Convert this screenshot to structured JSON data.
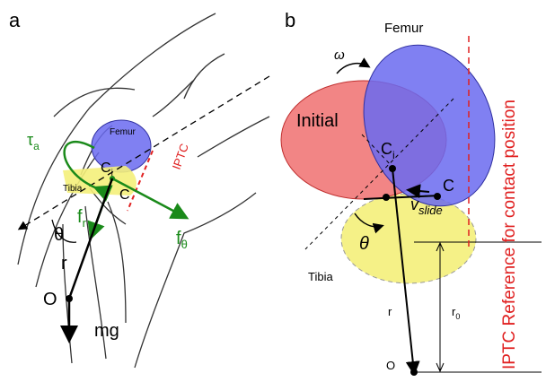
{
  "panel_a": {
    "label": "a",
    "femur_label": "Femur",
    "tibia_label": "Tibia",
    "ci_main": "C",
    "ci_sub": "i",
    "c_label": "C",
    "iptc_label": "IPTC",
    "tau_main": "τ",
    "tau_sub": "a",
    "fr_main": "f",
    "fr_sub": "r",
    "ftheta_main": "f",
    "ftheta_sub": "θ",
    "theta_label": "θ",
    "r_label": "r",
    "o_label": "O",
    "mg_label": "mg"
  },
  "panel_b": {
    "label": "b",
    "femur_label": "Femur",
    "initial_label": "Initial",
    "omega_label": "ω",
    "ci_main": "C",
    "ci_sub": "i",
    "c_label": "C",
    "vslide_main": "v",
    "vslide_sub": "slide",
    "theta_label": "θ",
    "tibia_label": "Tibia",
    "r_label": "r",
    "r0_main": "r",
    "r0_sub": "0",
    "o_label": "O",
    "iptc_caption": "IPTC Reference for contact position"
  },
  "colors": {
    "femur_blue": "#6a6af0",
    "initial_red": "#f07070",
    "tibia_yellow": "#f4f07a",
    "force_green": "#1a8a1a",
    "iptc_red": "#e02020",
    "ink": "#000000"
  }
}
